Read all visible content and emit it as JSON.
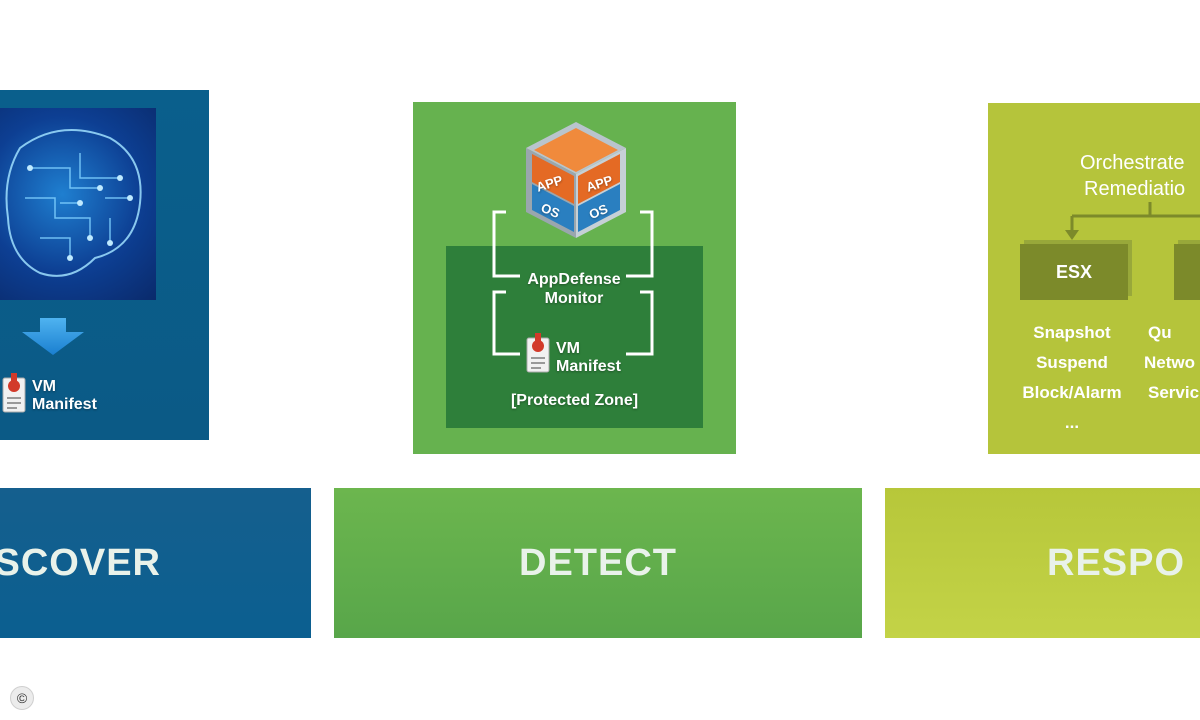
{
  "discover": {
    "manifest_line1": "VM",
    "manifest_line2": "Manifest",
    "bar_label": "SCOVER"
  },
  "detect": {
    "cube_app_left": "APP",
    "cube_app_right": "APP",
    "cube_os_left": "OS",
    "cube_os_right": "OS",
    "monitor_line1": "AppDefense",
    "monitor_line2": "Monitor",
    "manifest_line1": "VM",
    "manifest_line2": "Manifest",
    "zone_label": "[Protected Zone]",
    "bar_label": "DETECT"
  },
  "respond": {
    "title_line1": "Orchestrate",
    "title_line2": "Remediatio",
    "esx_label": "ESX",
    "esx_actions": [
      "Snapshot",
      "Suspend",
      "Block/Alarm",
      "..."
    ],
    "network_actions": [
      "Qu",
      "Netwo",
      "Servic"
    ],
    "bar_label": "RESPO"
  },
  "footer": {
    "copyright_symbol": "©"
  },
  "colors": {
    "discover_blue": "#0b5f90",
    "detect_green": "#66b24f",
    "protected_zone": "#2e7f3a",
    "respond_lime": "#b5c43b",
    "esx_box": "#7c8a2a",
    "cube_orange": "#e46a24",
    "cube_blue": "#2a7fc0"
  }
}
